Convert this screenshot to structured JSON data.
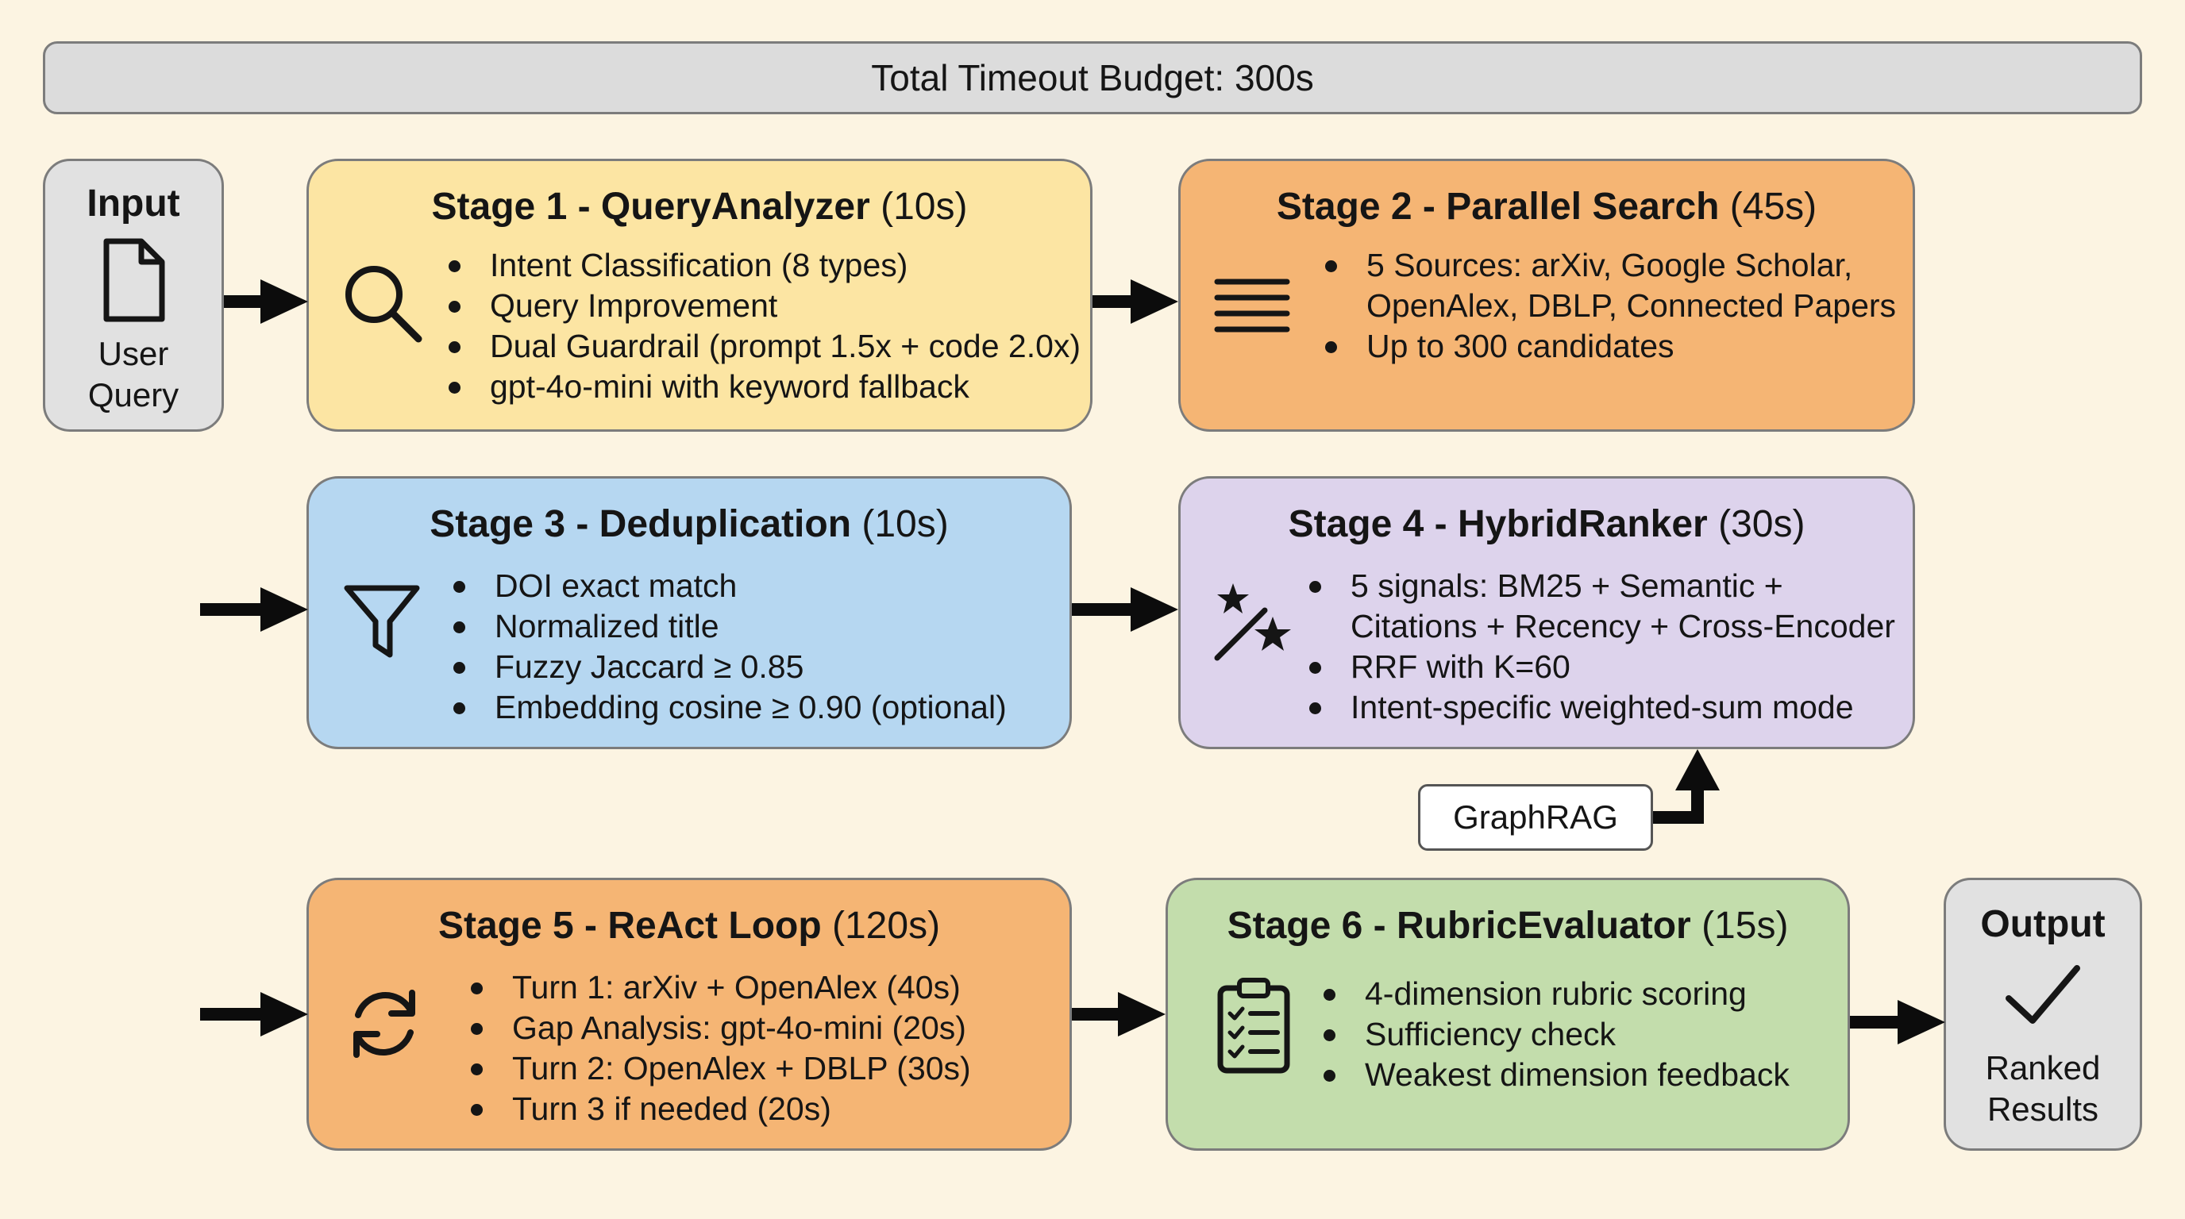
{
  "budget": {
    "label": "Total Timeout Budget: 300s"
  },
  "input": {
    "title": "Input",
    "line1": "User",
    "line2": "Query",
    "icon": "document-icon"
  },
  "output": {
    "title": "Output",
    "line1": "Ranked",
    "line2": "Results",
    "icon": "checkmark-icon"
  },
  "stages": [
    {
      "title": "Stage 1 - QueryAnalyzer",
      "time": "(10s)",
      "icon": "search-icon",
      "color": "#fce5a3",
      "bullets": [
        "Intent Classification (8 types)",
        "Query Improvement",
        "Dual Guardrail (prompt 1.5x + code 2.0x)",
        "gpt-4o-mini with keyword fallback"
      ]
    },
    {
      "title": "Stage 2 - Parallel Search",
      "time": "(45s)",
      "icon": "lines-icon",
      "color": "#f5b574",
      "bullets": [
        [
          "5 Sources: arXiv, Google Scholar,",
          "OpenAlex, DBLP, Connected Papers"
        ],
        "Up to 300 candidates"
      ]
    },
    {
      "title": "Stage 3 - Deduplication",
      "time": "(10s)",
      "icon": "filter-icon",
      "color": "#b6d7f1",
      "bullets": [
        "DOI exact match",
        "Normalized title",
        "Fuzzy Jaccard ≥ 0.85",
        "Embedding cosine ≥ 0.90 (optional)"
      ]
    },
    {
      "title": "Stage 4 - HybridRanker",
      "time": "(30s)",
      "icon": "magic-wand-icon",
      "color": "#ddd3ec",
      "bullets": [
        [
          "5 signals: BM25 + Semantic +",
          "Citations + Recency + Cross-Encoder"
        ],
        "RRF with K=60",
        "Intent-specific weighted-sum mode"
      ]
    },
    {
      "title": "Stage 5 - ReAct Loop",
      "time": "(120s)",
      "icon": "refresh-icon",
      "color": "#f5b574",
      "bullets": [
        "Turn 1: arXiv + OpenAlex (40s)",
        "Gap Analysis: gpt-4o-mini (20s)",
        "Turn 2: OpenAlex + DBLP (30s)",
        "Turn 3 if needed (20s)"
      ]
    },
    {
      "title": "Stage 6 - RubricEvaluator",
      "time": "(15s)",
      "icon": "clipboard-checklist-icon",
      "color": "#c3ddac",
      "bullets": [
        "4-dimension rubric scoring",
        "Sufficiency check",
        "Weakest dimension feedback"
      ]
    }
  ],
  "graphrag": {
    "label": "GraphRAG"
  }
}
